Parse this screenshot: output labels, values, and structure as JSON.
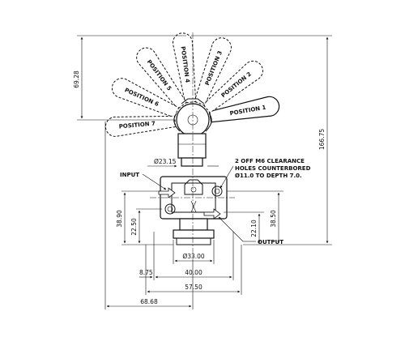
{
  "handle_positions": [
    "POSITION 1",
    "POSITION 2",
    "POSITION 3",
    "POSITION 4",
    "POSITION 5",
    "POSITION 6",
    "POSITION 7"
  ],
  "dimensions": {
    "handle_height": "69.28",
    "overall_height": "166.75",
    "stem_diameter": "Ø23.15",
    "left_height": "38.90",
    "left_inner_height": "22.50",
    "right_inner_height": "22.10",
    "right_height": "38.50",
    "bore_diameter": "Ø33.00",
    "offset_left": "8.75",
    "width_40": "40.00",
    "width_57": "57.50",
    "width_68": "68.68"
  },
  "notes": {
    "input": "INPUT",
    "output": "OUTPUT",
    "clearance_line1": "2 OFF M6 CLEARANCE",
    "clearance_line2": "HOLES COUNTERBORED",
    "clearance_line3": "Ø11.0 TO DEPTH 7.0."
  }
}
